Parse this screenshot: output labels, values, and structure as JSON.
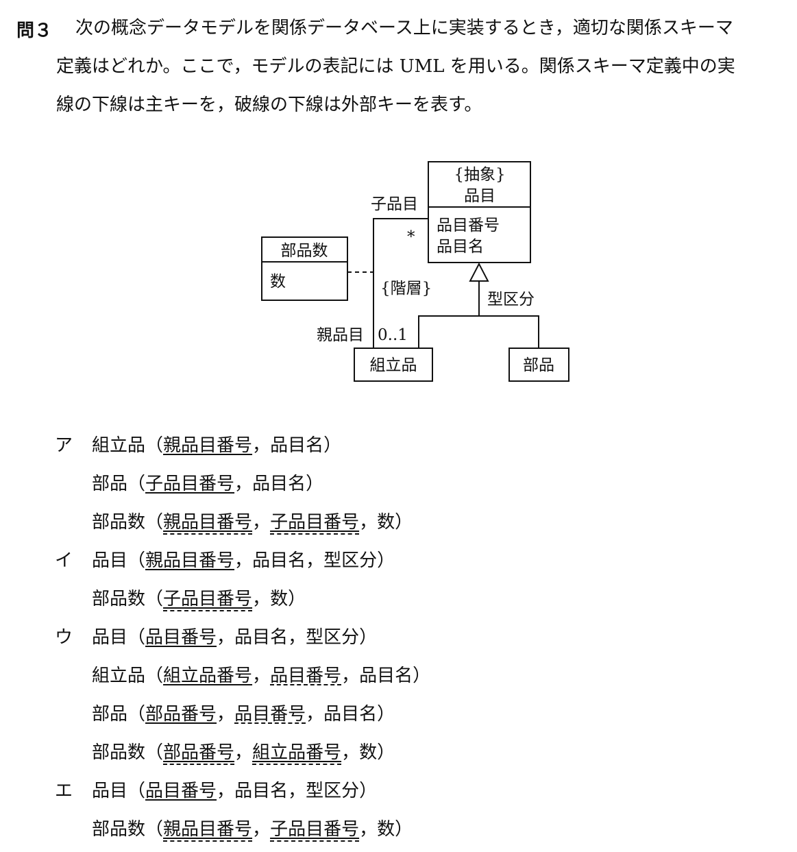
{
  "question": {
    "label": "問３",
    "lines": [
      "次の概念データモデルを関係データベース上に実装するとき，適切な関係スキーマ",
      "定義はどれか。ここで，モデルの表記には UML を用いる。関係スキーマ定義中の実",
      "線の下線は主キーを，破線の下線は外部キーを表す。"
    ]
  },
  "diagram": {
    "item_stereotype": "{抽象}",
    "item_name": "品目",
    "item_attr1": "品目番号",
    "item_attr2": "品目名",
    "child_role": "子品目",
    "child_mult": "*",
    "hierarchy": "{階層}",
    "parent_role": "親品目",
    "parent_mult": "0..1",
    "association_class_name": "部品数",
    "association_class_attr": "数",
    "discriminator": "型区分",
    "assembly": "組立品",
    "part": "部品"
  },
  "choices": [
    {
      "letter": "ア",
      "schemas": [
        {
          "relation": "組立品",
          "attrs": [
            {
              "text": "親品目番号",
              "key": "pk",
              "sep": "，"
            },
            {
              "text": "品目名",
              "key": "none",
              "sep": ""
            }
          ]
        },
        {
          "relation": "部品",
          "attrs": [
            {
              "text": "子品目番号",
              "key": "pk",
              "sep": "，"
            },
            {
              "text": "品目名",
              "key": "none",
              "sep": ""
            }
          ]
        },
        {
          "relation": "部品数",
          "attrs": [
            {
              "text": "親品目番号",
              "key": "pkfk",
              "sep": "，"
            },
            {
              "text": "子品目番号",
              "key": "pkfk",
              "sep": "，"
            },
            {
              "text": "数",
              "key": "none",
              "sep": ""
            }
          ]
        }
      ]
    },
    {
      "letter": "イ",
      "schemas": [
        {
          "relation": "品目",
          "attrs": [
            {
              "text": "親品目番号",
              "key": "pk",
              "sep": "，"
            },
            {
              "text": "品目名",
              "key": "none",
              "sep": "，"
            },
            {
              "text": "型区分",
              "key": "none",
              "sep": ""
            }
          ]
        },
        {
          "relation": "部品数",
          "attrs": [
            {
              "text": "子品目番号",
              "key": "pkfk",
              "sep": "，"
            },
            {
              "text": "数",
              "key": "none",
              "sep": ""
            }
          ]
        }
      ]
    },
    {
      "letter": "ウ",
      "schemas": [
        {
          "relation": "品目",
          "attrs": [
            {
              "text": "品目番号",
              "key": "pk",
              "sep": "，"
            },
            {
              "text": "品目名",
              "key": "none",
              "sep": "，"
            },
            {
              "text": "型区分",
              "key": "none",
              "sep": ""
            }
          ]
        },
        {
          "relation": "組立品",
          "attrs": [
            {
              "text": "組立品番号",
              "key": "pk",
              "sep": "，"
            },
            {
              "text": "品目番号",
              "key": "fk",
              "sep": "，"
            },
            {
              "text": "品目名",
              "key": "none",
              "sep": ""
            }
          ]
        },
        {
          "relation": "部品",
          "attrs": [
            {
              "text": "部品番号",
              "key": "pk",
              "sep": "，"
            },
            {
              "text": "品目番号",
              "key": "fk",
              "sep": "，"
            },
            {
              "text": "品目名",
              "key": "none",
              "sep": ""
            }
          ]
        },
        {
          "relation": "部品数",
          "attrs": [
            {
              "text": "部品番号",
              "key": "pkfk",
              "sep": "，"
            },
            {
              "text": "組立品番号",
              "key": "pkfk",
              "sep": "，"
            },
            {
              "text": "数",
              "key": "none",
              "sep": ""
            }
          ]
        }
      ]
    },
    {
      "letter": "エ",
      "schemas": [
        {
          "relation": "品目",
          "attrs": [
            {
              "text": "品目番号",
              "key": "pk",
              "sep": "，"
            },
            {
              "text": "品目名",
              "key": "none",
              "sep": "，"
            },
            {
              "text": "型区分",
              "key": "none",
              "sep": ""
            }
          ]
        },
        {
          "relation": "部品数",
          "attrs": [
            {
              "text": "親品目番号",
              "key": "pkfk",
              "sep": "，"
            },
            {
              "text": "子品目番号",
              "key": "pkfk",
              "sep": "，"
            },
            {
              "text": "数",
              "key": "none",
              "sep": ""
            }
          ]
        }
      ]
    }
  ]
}
